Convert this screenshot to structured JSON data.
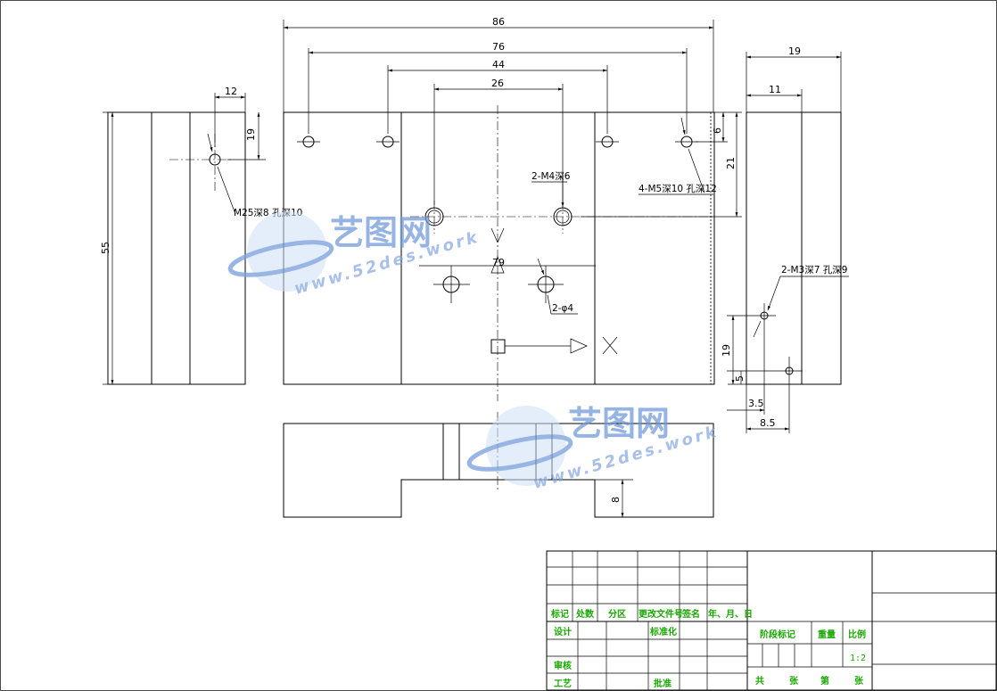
{
  "dimensions": {
    "overall_width": "86",
    "hole_span_outer": "76",
    "hole_span_inner": "44",
    "center_span": "26",
    "left_offset": "12",
    "left_height": "19",
    "overall_height": "55",
    "right_width": "19",
    "right_inner": "11",
    "top_small": "6",
    "top_depth": "21",
    "side_height": "19",
    "side_small": "5",
    "side_x1": "3.5",
    "side_x2": "8.5",
    "bottom_step": "8",
    "angle_mark": "79"
  },
  "callouts": {
    "m25": "M25深8 孔深10",
    "m4": "2-M4深6",
    "m5": "4-M5深10 孔深12",
    "phi4": "2-φ4",
    "m3": "2-M3深7 孔深9"
  },
  "title_block": {
    "headers": [
      "标记",
      "处数",
      "分区",
      "更改文件号",
      "签名",
      "年、月、日"
    ],
    "design": "设计",
    "standardize": "标准化",
    "review": "审核",
    "process": "工艺",
    "approve": "批准",
    "stage_mark": "阶段标记",
    "weight": "重量",
    "scale_label": "比例",
    "scale_value": "1:2",
    "sheets_total": "共",
    "sheets_unit": "张",
    "sheet_no": "第",
    "sheet_unit2": "张"
  },
  "watermark": {
    "brand": "艺图网",
    "url": "www.52des.work"
  },
  "colors": {
    "line": "#000000",
    "title_block_text": "#18a800",
    "watermark": "#6d97d8"
  }
}
